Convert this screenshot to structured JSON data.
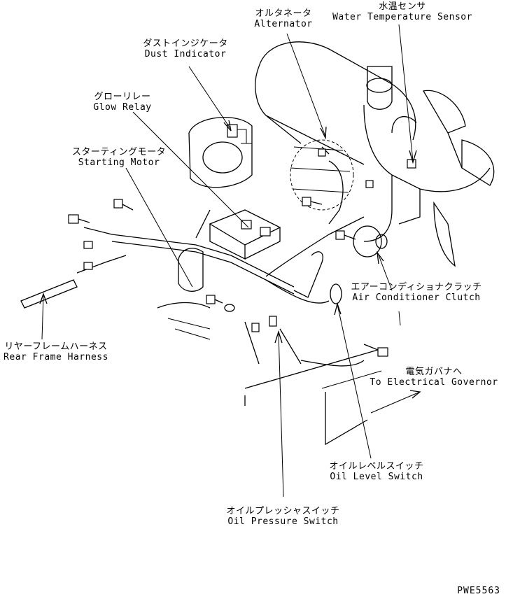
{
  "labels": {
    "water_temp_sensor": {
      "jp": "水温センサ",
      "en": "Water Temperature Sensor"
    },
    "alternator": {
      "jp": "オルタネータ",
      "en": "Alternator"
    },
    "dust_indicator": {
      "jp": "ダストインジケータ",
      "en": "Dust Indicator"
    },
    "glow_relay": {
      "jp": "グローリレー",
      "en": "Glow Relay"
    },
    "starting_motor": {
      "jp": "スターティングモータ",
      "en": "Starting Motor"
    },
    "air_conditioner_clutch": {
      "jp": "エアーコンディショナクラッチ",
      "en": "Air Conditioner Clutch"
    },
    "rear_frame_harness": {
      "jp": "リヤーフレームハーネス",
      "en": "Rear Frame Harness"
    },
    "to_electrical_governor": {
      "jp": "電気ガバナへ",
      "en": "To Electrical Governor"
    },
    "oil_level_switch": {
      "jp": "オイルレベルスイッチ",
      "en": "Oil Level Switch"
    },
    "oil_pressure_switch": {
      "jp": "オイルプレッシャスイッチ",
      "en": "Oil Pressure Switch"
    }
  },
  "drawing_code": "PWE5563"
}
